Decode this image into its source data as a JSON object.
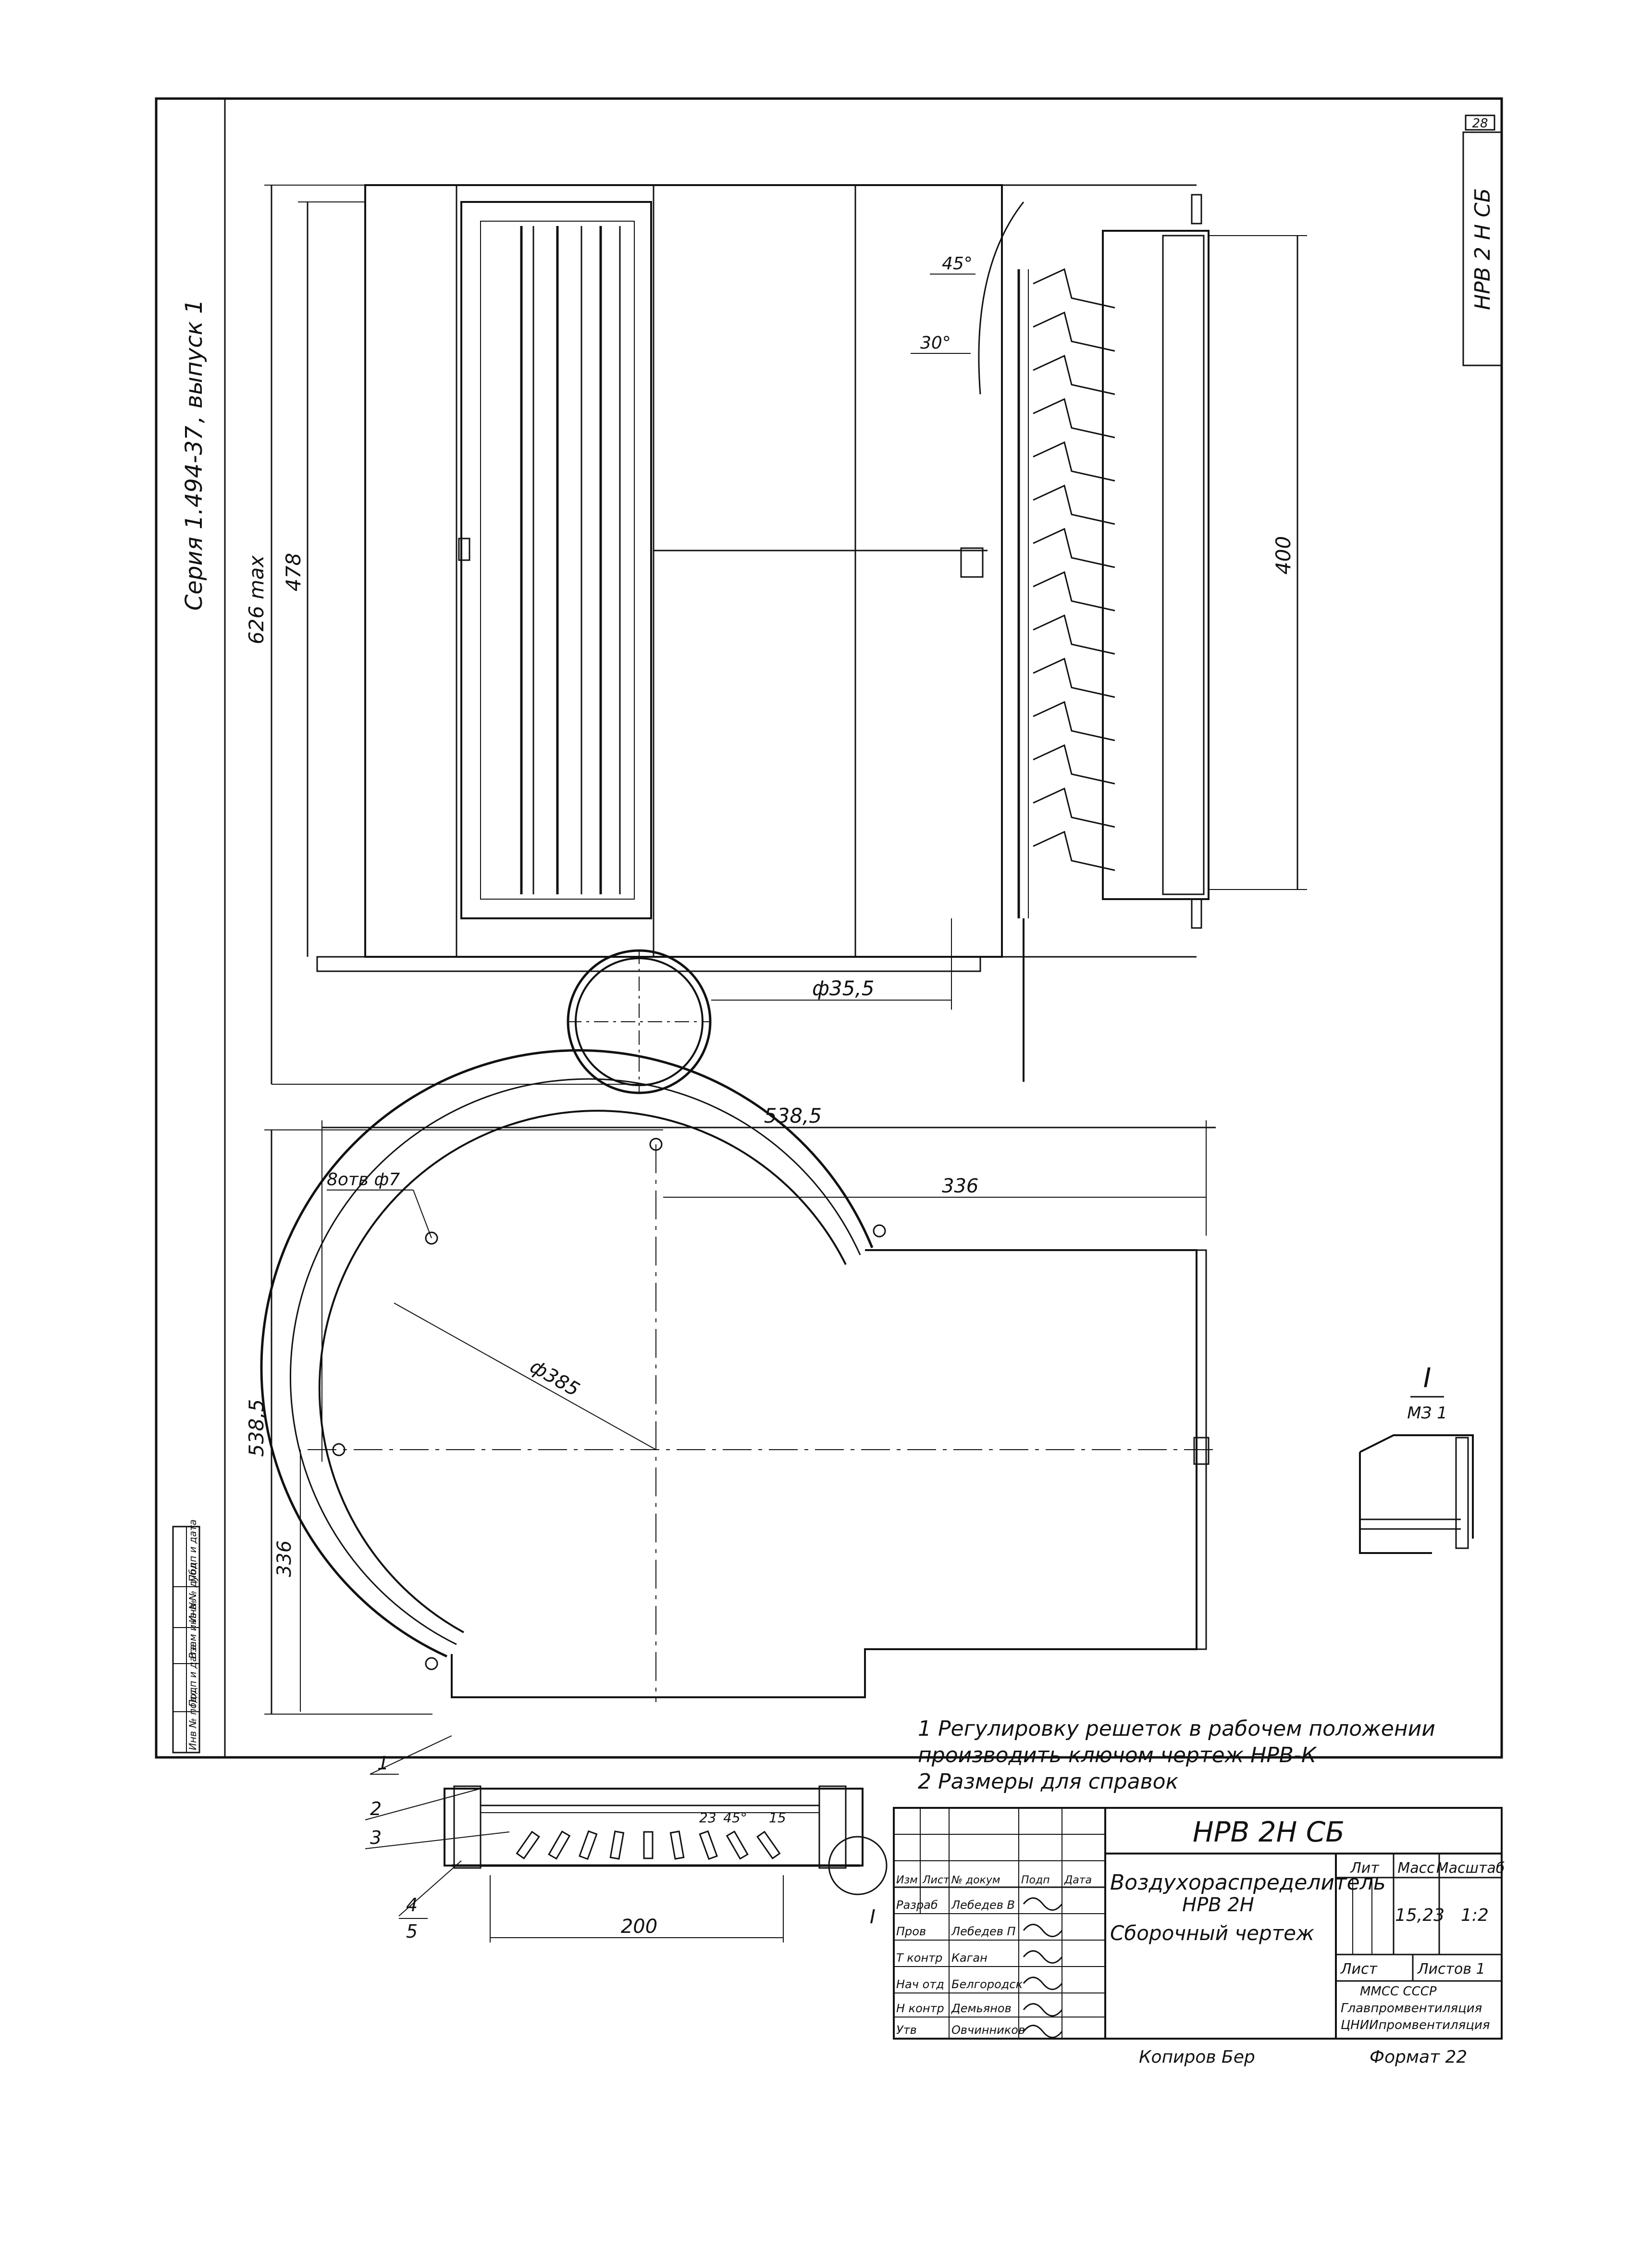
{
  "corner_sheet_number": "28",
  "stamp_code_vertical": "НРВ 2 Н СБ",
  "series_text": "Серия 1.494-37",
  "issue_text": ", выпуск 1",
  "dimensions": {
    "overall_height": "626 max",
    "body_height": "478",
    "grille_height": "400",
    "pipe_diameter": "ф35,5",
    "plan_width": "538,5",
    "plan_depth": "538,5",
    "offset_336_top": "336",
    "offset_336_left": "336",
    "arc_diameter": "ф385",
    "holes": "8отв ф7",
    "bottom_width": "200",
    "angle_45": "45°",
    "angle_30": "30°",
    "detail_23": "23",
    "detail_45": "45°",
    "detail_15": "15"
  },
  "callouts": {
    "c1": "1",
    "c2": "2",
    "c3": "3",
    "c4": "4",
    "c5": "5",
    "detail_mark": "I"
  },
  "detail_ref": {
    "numeral": "I",
    "sheet": "МЗ 1"
  },
  "notes": [
    "1  Регулировку решеток в рабочем положении",
    "    производить ключом чертеж НРВ-К",
    "2  Размеры для справок"
  ],
  "left_strip_labels": [
    "Инв № подл",
    "Подп и дата",
    "Взам инв №",
    "Инв № дубл",
    "Подп и дата"
  ],
  "title_block": {
    "designation": "НРВ 2Н СБ",
    "name_line1": "Воздухораспределитель",
    "name_line2": "НРВ 2Н",
    "name_line3": "Сборочный чертеж",
    "col_lit": "Лит",
    "col_mass": "Масс",
    "col_scale": "Масштаб",
    "mass_value": "15,23",
    "scale_value": "1:2",
    "sheet_label": "Лист",
    "sheets_label": "Листов 1",
    "org_line1": "ММСС  СССР",
    "org_line2": "Главпромвентиляция",
    "org_line3": "ЦНИИпромвентиляция",
    "header_labels": [
      "Изм",
      "Лист",
      "№ докум",
      "Подп",
      "Дата"
    ],
    "roles": [
      {
        "role": "Разраб",
        "name": "Лебедев В"
      },
      {
        "role": "Пров",
        "name": "Лебедев П"
      },
      {
        "role": "Т контр",
        "name": "Каган"
      },
      {
        "role": "Нач отд",
        "name": "Белгородск"
      },
      {
        "role": "Н контр",
        "name": "Демьянов"
      },
      {
        "role": "Утв",
        "name": "Овчинников"
      }
    ]
  },
  "copied_by": "Копиров   Бер",
  "format_text": "Формат 22"
}
